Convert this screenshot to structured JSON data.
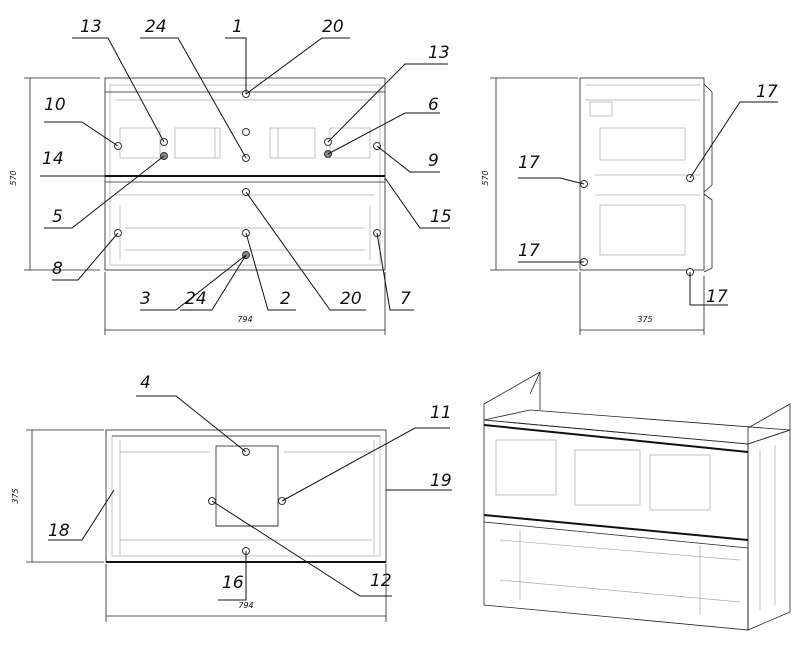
{
  "dimensions": {
    "front_height": "570",
    "front_width": "794",
    "side_height": "570",
    "side_depth": "375",
    "top_depth": "375",
    "top_width": "794"
  },
  "callouts": [
    {
      "id": "c13a",
      "label": "13"
    },
    {
      "id": "c24a",
      "label": "24"
    },
    {
      "id": "c1",
      "label": "1"
    },
    {
      "id": "c20a",
      "label": "20"
    },
    {
      "id": "c13b",
      "label": "13"
    },
    {
      "id": "c6",
      "label": "6"
    },
    {
      "id": "c10",
      "label": "10"
    },
    {
      "id": "c14",
      "label": "14"
    },
    {
      "id": "c9",
      "label": "9"
    },
    {
      "id": "c5",
      "label": "5"
    },
    {
      "id": "c15",
      "label": "15"
    },
    {
      "id": "c8",
      "label": "8"
    },
    {
      "id": "c3",
      "label": "3"
    },
    {
      "id": "c24b",
      "label": "24"
    },
    {
      "id": "c2",
      "label": "2"
    },
    {
      "id": "c20b",
      "label": "20"
    },
    {
      "id": "c7",
      "label": "7"
    },
    {
      "id": "c17a",
      "label": "17"
    },
    {
      "id": "c17b",
      "label": "17"
    },
    {
      "id": "c17c",
      "label": "17"
    },
    {
      "id": "c17d",
      "label": "17"
    },
    {
      "id": "c4",
      "label": "4"
    },
    {
      "id": "c11",
      "label": "11"
    },
    {
      "id": "c19",
      "label": "19"
    },
    {
      "id": "c18",
      "label": "18"
    },
    {
      "id": "c12",
      "label": "12"
    },
    {
      "id": "c16",
      "label": "16"
    }
  ]
}
